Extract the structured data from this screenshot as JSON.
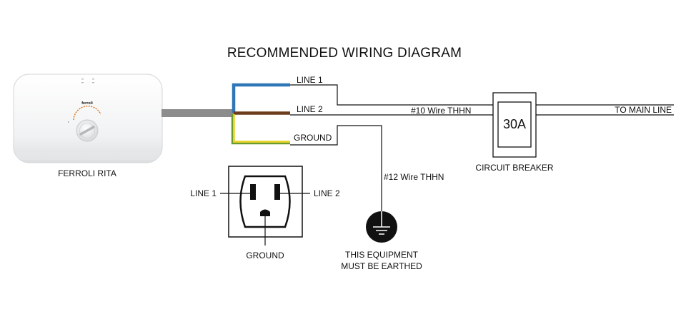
{
  "title": "RECOMMENDED WIRING DIAGRAM",
  "heater": {
    "brand": "ferroli",
    "name": "FERROLI RITA"
  },
  "wires": {
    "line1": "LINE 1",
    "line2": "LINE 2",
    "ground": "GROUND",
    "main_wire": "#10 Wire THHN",
    "ground_wire": "#12 Wire THHN",
    "to_main": "TO MAIN LINE"
  },
  "breaker": {
    "rating": "30A",
    "label": "CIRCUIT BREAKER"
  },
  "outlet": {
    "line1": "LINE 1",
    "line2": "LINE 2",
    "ground": "GROUND"
  },
  "earth_note": {
    "line1": "THIS EQUIPMENT",
    "line2": "MUST BE EARTHED"
  },
  "colors": {
    "line1_wire": "#2e76b8",
    "line2_wire": "#6b3d1c",
    "ground_wire_green": "#6a9a2a",
    "ground_wire_yellow": "#e8d21a",
    "cable": "#8c8c8c",
    "knob_accent": "#e07a2a"
  },
  "icons": [
    "heater-unit",
    "power-outlet-icon",
    "earth-ground-icon",
    "circuit-breaker-icon"
  ]
}
